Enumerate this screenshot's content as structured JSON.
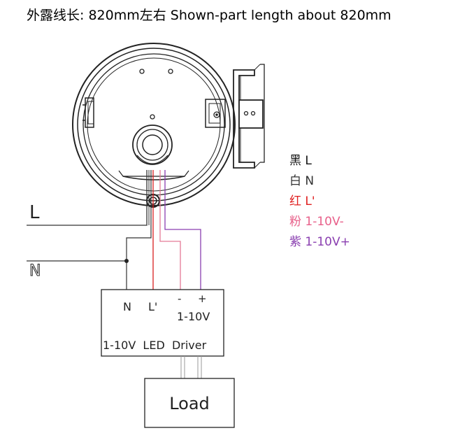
{
  "title": "外露线长: 820mm左右 Shown-part length about 820mm",
  "lines": {
    "L": "L",
    "N": "N"
  },
  "driver": {
    "terminal_n": "N",
    "terminal_l": "L'",
    "terminal_minus": "-",
    "terminal_plus": "+",
    "terminal_dim": "1-10V",
    "label": "1-10V  LED  Driver"
  },
  "load": {
    "label": "Load"
  },
  "legend": [
    {
      "cn": "黑",
      "code": "L",
      "color": "#111111"
    },
    {
      "cn": "白",
      "code": "N",
      "color": "#333333"
    },
    {
      "cn": "红",
      "code": "L'",
      "color": "#e02020"
    },
    {
      "cn": "粉",
      "code": "1-10V-",
      "color": "#e8608a"
    },
    {
      "cn": "紫",
      "code": "1-10V+",
      "color": "#8a3fb0"
    }
  ],
  "colors": {
    "wire_black": "#333333",
    "wire_red": "#d81e1e",
    "wire_pink": "#e47a96",
    "wire_purple": "#8a3fb0"
  }
}
